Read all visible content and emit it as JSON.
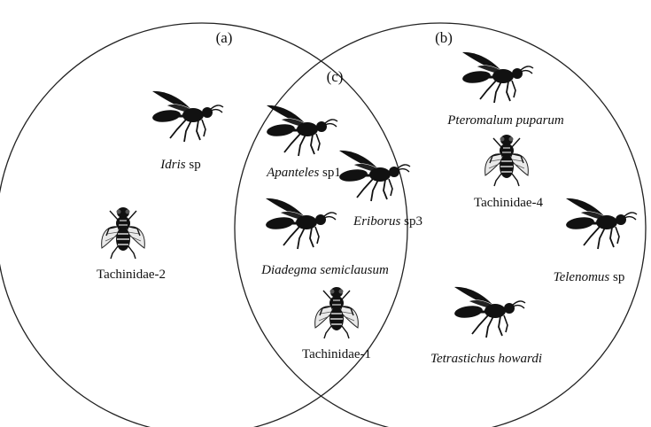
{
  "regions": {
    "a": "(a)",
    "b": "(b)",
    "c": "(c)"
  },
  "species": [
    {
      "id": "idris",
      "kind": "wasp",
      "genus": "Idris",
      "suffix": " sp"
    },
    {
      "id": "tach2",
      "kind": "fly",
      "genus": "",
      "suffix": "Tachinidae-2"
    },
    {
      "id": "apanteles",
      "kind": "wasp",
      "genus": "Apanteles",
      "suffix": " sp1"
    },
    {
      "id": "eriborus",
      "kind": "wasp",
      "genus": "Eriborus",
      "suffix": " sp3"
    },
    {
      "id": "diadegma",
      "kind": "wasp",
      "genus": "Diadegma semiclausum",
      "suffix": ""
    },
    {
      "id": "tach1",
      "kind": "fly",
      "genus": "",
      "suffix": "Tachinidae-1"
    },
    {
      "id": "pteromalus",
      "kind": "wasp",
      "genus": "Pteromalum puparum",
      "suffix": ""
    },
    {
      "id": "tach4",
      "kind": "fly",
      "genus": "",
      "suffix": "Tachinidae-4"
    },
    {
      "id": "telenomus",
      "kind": "wasp",
      "genus": "Telenomus",
      "suffix": " sp"
    },
    {
      "id": "tetrastichus",
      "kind": "wasp",
      "genus": "Tetrastichus howardi",
      "suffix": ""
    }
  ],
  "icons": {
    "wasp": "wasp-icon",
    "fly": "tachinid-fly-icon"
  }
}
